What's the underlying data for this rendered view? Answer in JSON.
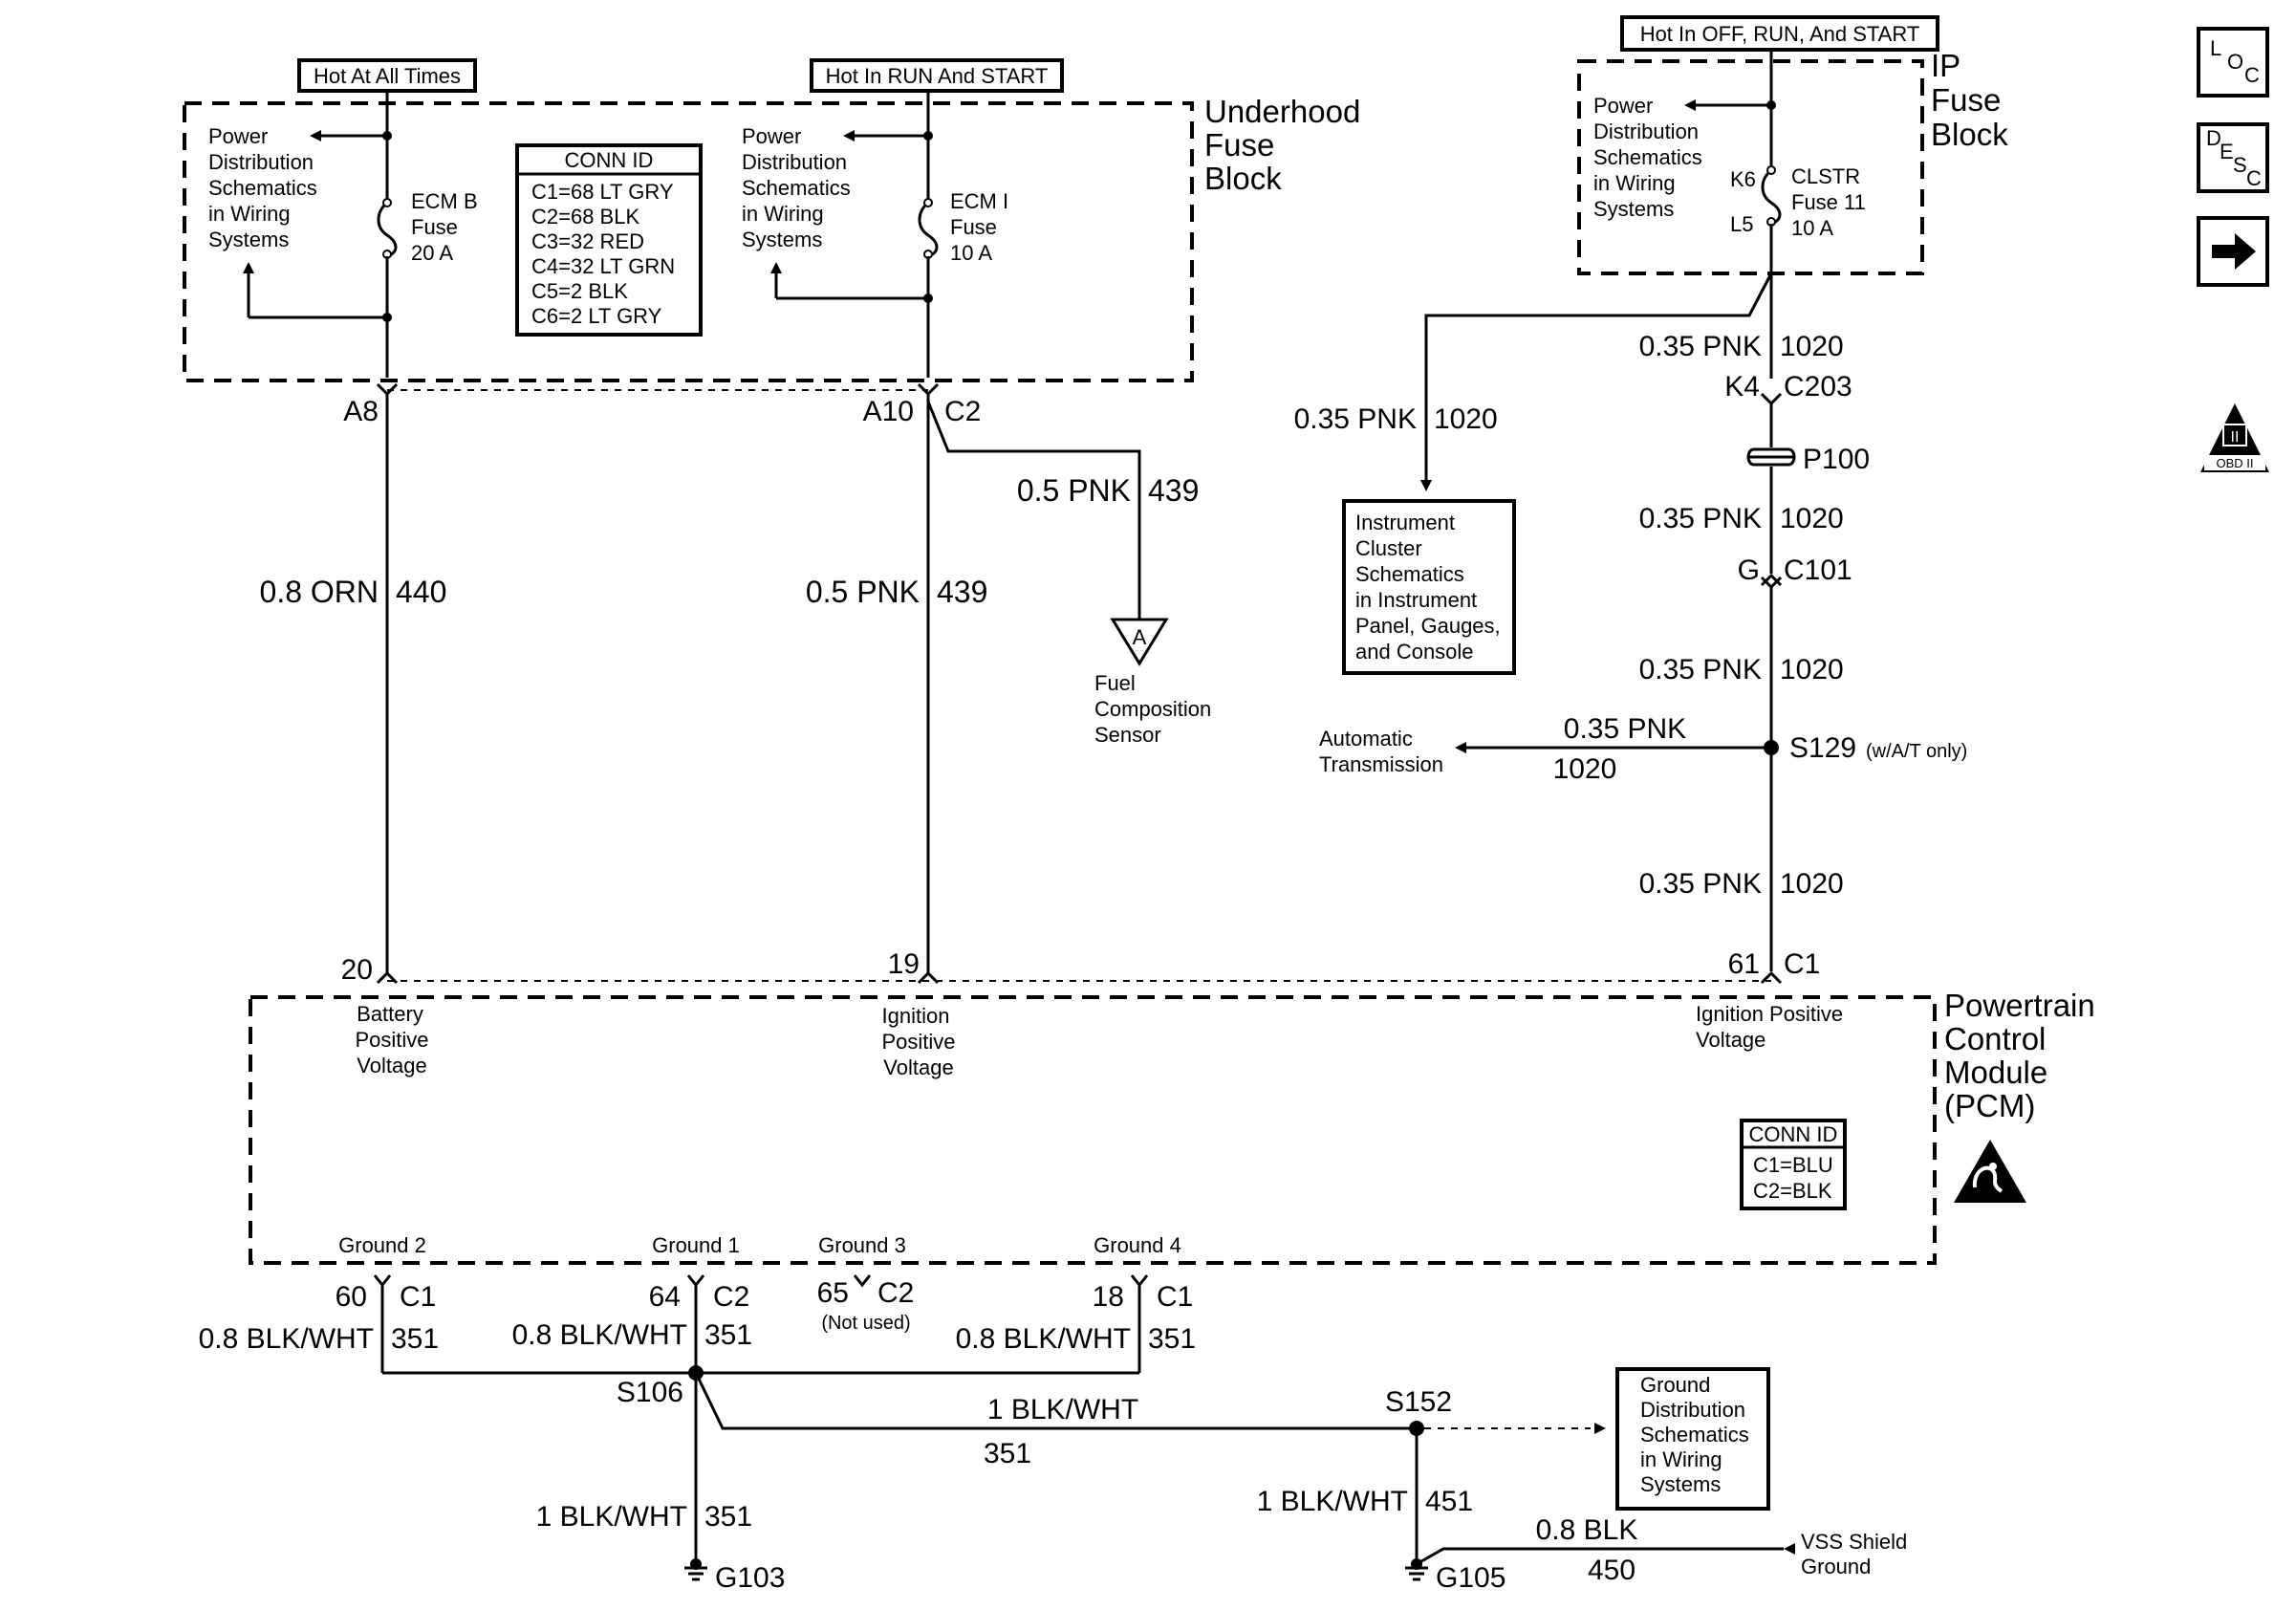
{
  "headers": {
    "hot_all_times": "Hot At All Times",
    "hot_run_start": "Hot In RUN And START",
    "hot_off_run_start": "Hot In OFF, RUN, And START"
  },
  "underhood": {
    "name_l1": "Underhood",
    "name_l2": "Fuse",
    "name_l3": "Block",
    "pd_left": [
      "Power",
      "Distribution",
      "Schematics",
      "in Wiring",
      "Systems"
    ],
    "pd_mid": [
      "Power",
      "Distribution",
      "Schematics",
      "in Wiring",
      "Systems"
    ],
    "fuse_ecmb": [
      "ECM B",
      "Fuse",
      "20 A"
    ],
    "fuse_ecmi": [
      "ECM I",
      "Fuse",
      "10 A"
    ],
    "conn_id_title": "CONN ID",
    "conn_id": [
      "C1=68 LT GRY",
      "C2=68 BLK",
      "C3=32 RED",
      "C4=32 LT GRN",
      "C5=2 BLK",
      "C6=2 LT GRY"
    ],
    "pin_a8": "A8",
    "pin_a10": "A10",
    "conn_c2": "C2"
  },
  "ip": {
    "name_l1": "IP",
    "name_l2": "Fuse",
    "name_l3": "Block",
    "pd": [
      "Power",
      "Distribution",
      "Schematics",
      "in Wiring",
      "Systems"
    ],
    "k6": "K6",
    "l5": "L5",
    "fuse": [
      "CLSTR",
      "Fuse 11",
      "10 A"
    ]
  },
  "wires": {
    "orn_color": "0.8 ORN",
    "orn_circuit": "440",
    "pnk05_color": "0.5 PNK",
    "pnk05_circuit": "439",
    "pnk05b_color": "0.5 PNK",
    "pnk05b_circuit": "439",
    "pnk035_a_color": "0.35 PNK",
    "pnk035_a_circuit": "1020",
    "pnk035_b_color": "0.35 PNK",
    "pnk035_b_circuit": "1020",
    "pnk035_c_color": "0.35 PNK",
    "pnk035_c_circuit": "1020",
    "pnk035_d_color": "0.35 PNK",
    "pnk035_d_circuit": "1020",
    "pnk035_e_color": "0.35 PNK",
    "pnk035_e_circuit": "1020",
    "pnk035_at_color": "0.35 PNK",
    "pnk035_at_circuit": "1020"
  },
  "connectors": {
    "k4": "K4",
    "c203": "C203",
    "p100": "P100",
    "g": "G",
    "c101": "C101",
    "s129": "S129",
    "s129_note": "(w/A/T only)",
    "pin61": "61",
    "c1": "C1"
  },
  "refs": {
    "cluster": [
      "Instrument",
      "Cluster",
      "Schematics",
      "in Instrument",
      "Panel, Gauges,",
      "and Console"
    ],
    "auto_trans": [
      "Automatic",
      "Transmission"
    ],
    "fuel_sensor": [
      "Fuel",
      "Composition",
      "Sensor"
    ],
    "fuel_sensor_tag": "A",
    "ground_dist": [
      "Ground",
      "Distribution",
      "Schematics",
      "in Wiring",
      "Systems"
    ]
  },
  "pcm": {
    "name": [
      "Powertrain",
      "Control",
      "Module",
      "(PCM)"
    ],
    "pin20": "20",
    "pin19": "19",
    "batt": [
      "Battery",
      "Positive",
      "Voltage"
    ],
    "ign": [
      "Ignition",
      "Positive",
      "Voltage"
    ],
    "ign2": [
      "Ignition Positive",
      "Voltage"
    ],
    "conn_id_title": "CONN ID",
    "conn_id": [
      "C1=BLU",
      "C2=BLK"
    ],
    "grounds": [
      "Ground 2",
      "Ground 1",
      "Ground 3",
      "Ground 4"
    ]
  },
  "ground_section": {
    "p60": "60",
    "c1a": "C1",
    "p64": "64",
    "c2a": "C2",
    "p65": "65",
    "c2b": "C2",
    "not_used": "(Not used)",
    "p18": "18",
    "c1b": "C1",
    "w1_color": "0.8 BLK/WHT",
    "w1_circuit": "351",
    "w2_color": "0.8 BLK/WHT",
    "w2_circuit": "351",
    "w3_color": "0.8 BLK/WHT",
    "w3_circuit": "351",
    "s106": "S106",
    "s152": "S152",
    "w4_color": "1 BLK/WHT",
    "w4_circuit": "351",
    "w5_color": "1 BLK/WHT",
    "w5_circuit": "351",
    "w6_color": "1 BLK/WHT",
    "w6_circuit": "451",
    "w7_color": "0.8 BLK",
    "w7_circuit": "450",
    "vss": [
      "VSS Shield",
      "Ground"
    ],
    "g103": "G103",
    "g105": "G105"
  },
  "side_icons": {
    "loc": [
      "L",
      "O",
      "C"
    ],
    "desc": [
      "D",
      "E",
      "S",
      "C"
    ],
    "arrow": "next-page",
    "obd": [
      "II",
      "OBD II"
    ]
  }
}
